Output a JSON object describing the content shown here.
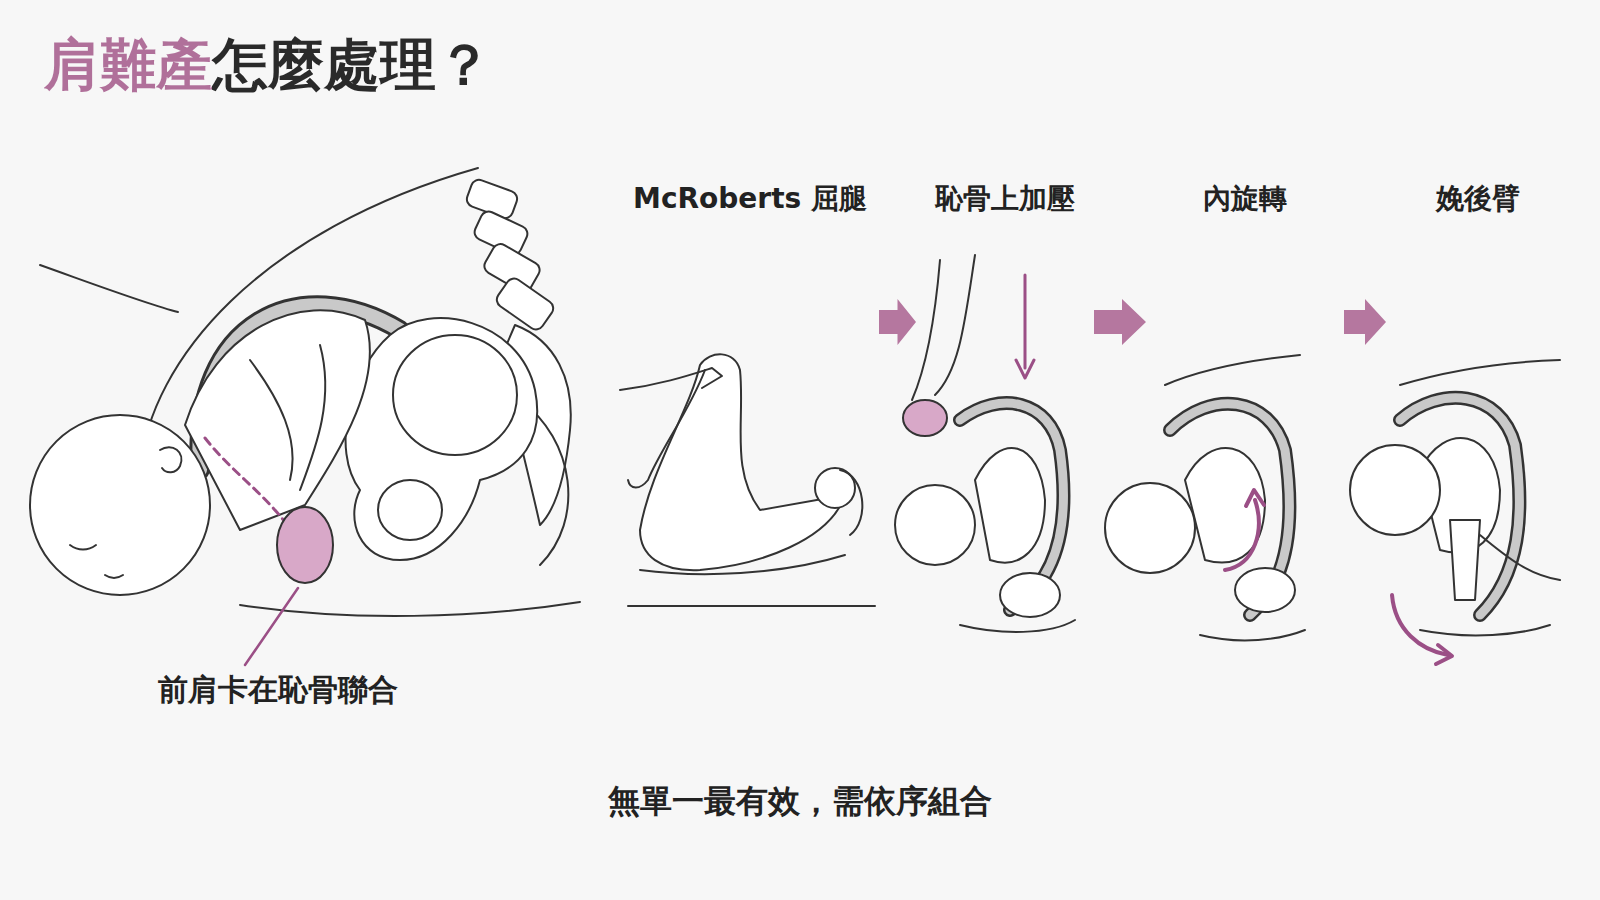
{
  "diagram": {
    "title": "肩難產怎麼處理？",
    "caption": "無單一最有效，需依序組合",
    "nodes": [
      {
        "text": [
          "McRoberts 屈腿"
        ]
      },
      {
        "text": [
          "恥骨上加壓"
        ]
      },
      {
        "text": [
          "內旋轉"
        ]
      },
      {
        "text": [
          "娩後臂"
        ]
      }
    ],
    "edges": [
      {
        "from": 0,
        "to": 1,
        "arrow": "to"
      },
      {
        "from": 1,
        "to": 2,
        "arrow": "to"
      },
      {
        "from": 2,
        "to": 3,
        "arrow": "to"
      }
    ],
    "labels": [
      "前肩卡在恥骨聯合"
    ]
  }
}
